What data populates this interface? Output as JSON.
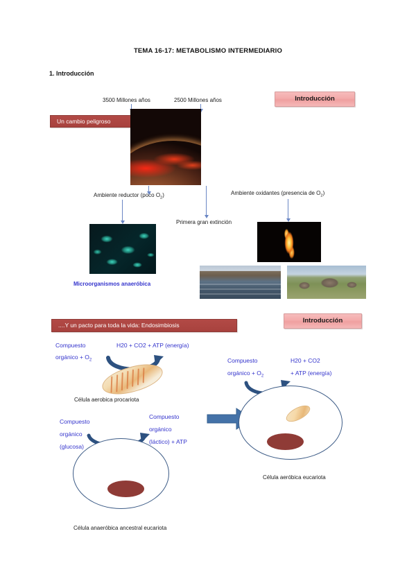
{
  "document": {
    "title": "TEMA 16-17: METABOLISMO INTERMEDIARIO",
    "section_1": "1. Introducción"
  },
  "badges": {
    "intro_top": "Introducción",
    "intro_bottom": "Introducción"
  },
  "banners": {
    "danger": "Un cambio peligroso",
    "pact": "....Y un pacto para toda la vida: Endosimbiosis"
  },
  "timeline": {
    "left_label": "3500 Millones años",
    "right_label": "2500 Millones años"
  },
  "section_one": {
    "reducing_env": "Ambiente reductor (poco O",
    "reducing_env_sub": "2",
    "reducing_env_end": ")",
    "oxidizing_env": "Ambiente oxidantes (presencia de O",
    "oxidizing_env_sub": "2",
    "oxidizing_env_end": ")",
    "extinction": "Primera gran extinción",
    "microorganisms": "Microorganismos anaeróbica"
  },
  "images": {
    "planet": "early-earth-volcanic-planet-photo",
    "microbes": "anaerobic-microorganisms-photo",
    "fire": "fire-flame-photo",
    "mine": "open-pit-mine-photo",
    "elephants": "elephants-herd-photo"
  },
  "endosymbiosis": {
    "prokaryote": {
      "input_line1": "Compuesto",
      "input_line2": "orgánico + O",
      "input_sub": "2",
      "output": "H20 + CO2 + ATP (energía)",
      "caption": "Célula aerobica procariota"
    },
    "anaerobic_eukaryote": {
      "input_line1": "Compuesto",
      "input_line2": "orgánico",
      "input_line3": "(glucosa)",
      "output_line1": "Compuesto",
      "output_line2": "orgánico",
      "output_line3": "(láctico) + ATP",
      "caption": "Célula anaeróbica ancestral eucariota"
    },
    "aerobic_eukaryote": {
      "input_line1": "Compuesto",
      "input_line2": "orgánico + O",
      "input_sub": "2",
      "output_line1": "H20 + CO2",
      "output_line2": "+ ATP (energía)",
      "caption": "Célula aeróbica eucariota"
    },
    "merge_arrow": "right-block-arrow"
  },
  "colors": {
    "banner_red": "#a8423e",
    "badge_pink": "#f3aaaa",
    "text_blue": "#3333cc",
    "arrow_blue": "#6a86c4",
    "block_arrow_blue": "#4472a8",
    "cell_outline": "#3c5b86",
    "nucleus_red": "#8f3b36"
  }
}
